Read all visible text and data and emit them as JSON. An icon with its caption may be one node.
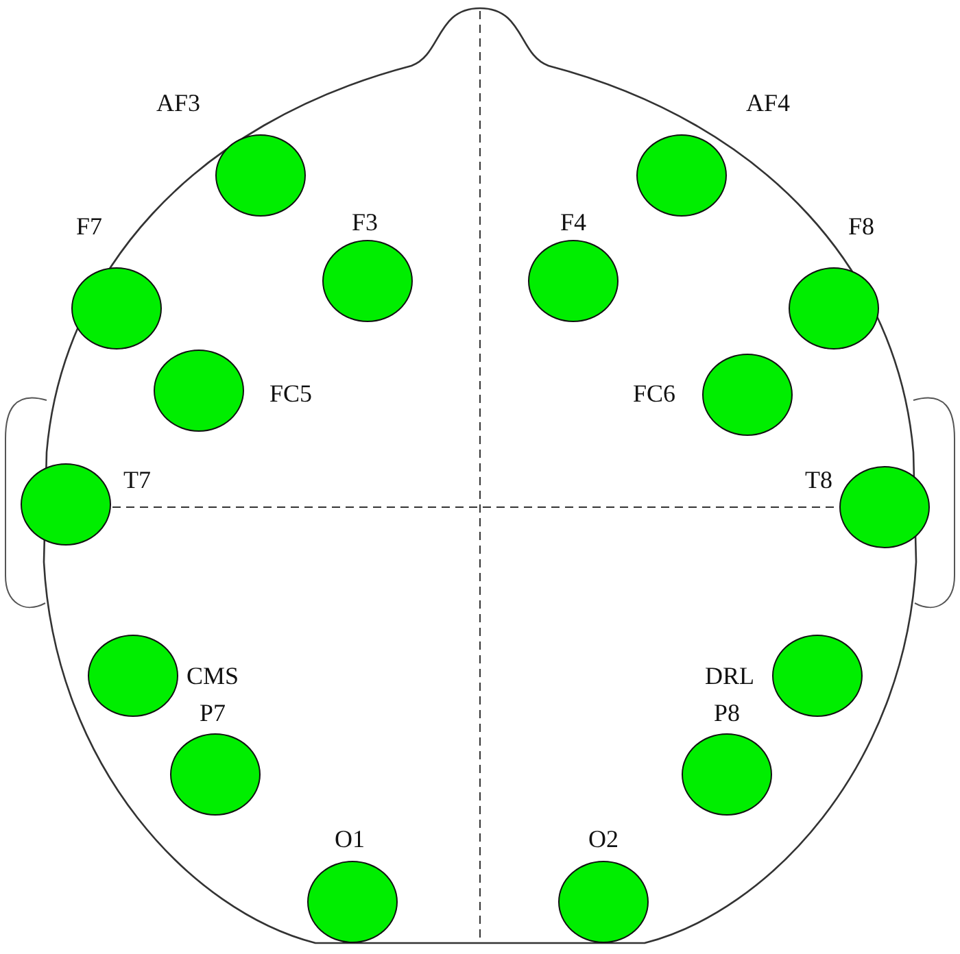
{
  "diagram": {
    "nodes": [
      {
        "text": [
          "AF3"
        ]
      },
      {
        "text": [
          "AF4"
        ]
      },
      {
        "text": [
          "F7"
        ]
      },
      {
        "text": [
          "F3"
        ]
      },
      {
        "text": [
          "F4"
        ]
      },
      {
        "text": [
          "F8"
        ]
      },
      {
        "text": [
          "FC5"
        ]
      },
      {
        "text": [
          "FC6"
        ]
      },
      {
        "text": [
          "T7"
        ]
      },
      {
        "text": [
          "T8"
        ]
      },
      {
        "text": [
          "CMS"
        ]
      },
      {
        "text": [
          "DRL"
        ]
      },
      {
        "text": [
          "P7"
        ]
      },
      {
        "text": [
          "P8"
        ]
      },
      {
        "text": [
          "O1"
        ]
      },
      {
        "text": [
          "O2"
        ]
      }
    ]
  }
}
